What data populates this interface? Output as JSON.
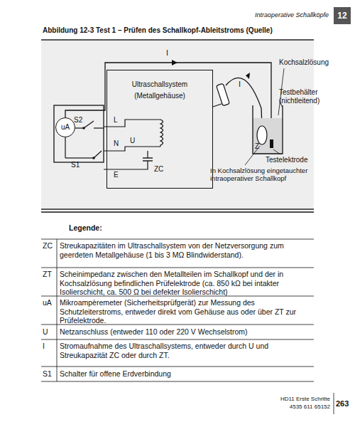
{
  "diagram": {
    "title": "Abbildung 12-3 Test 1 – Prüfen des Schallkopf-Ableitstroms (Quelle)",
    "nodes": [
      {
        "text": [
          "12"
        ]
      },
      {
        "text": [
          "uA"
        ]
      },
      {
        "text": [
          "Ultraschallsystem",
          "(Metallgehäuse)"
        ]
      }
    ],
    "labels": [
      "Intraoperative Schallköpfe",
      "I",
      "I",
      "Kochsalzlösung",
      "Testbehälter (nichtleitend)",
      "S2",
      "L",
      "Z",
      "N",
      "U",
      "S1",
      "E",
      "ZC",
      "Testelektrode",
      "In Kochsalzlösung eingetauchter intraoperativer Schallkopf",
      "Legende:",
      "ZC",
      "Streukapazitäten im Ultraschallsystem von der Netzversorgung zum geerdeten Metallgehäuse (1 bis 3 MΩ Blindwiderstand).",
      "ZT",
      "Scheinimpedanz zwischen den Metallteilen im Schallkopf und der in Kochsalzlösung befindlichen Prüfelektrode (ca. 850 kΩ bei intakter Isolierschicht, ca. 500 Ω bei defekter Isolierschicht)",
      "uA",
      "Mikroampèremeter (Sicherheitsprüfgerät) zur Messung des Schutzleiterstroms, entweder direkt vom Gehäuse aus oder über ZT zur Prüfelektrode.",
      "U",
      "Netzanschluss (entweder 110 oder 220 V Wechselstrom)",
      "I",
      "Stromaufnahme des Ultraschallsystems, entweder durch U und Streukapazität ZC oder durch ZT.",
      "S1",
      "Schalter für offene Erdverbindung",
      "HD11 Erste Schritte",
      "4535 611 65152",
      "263"
    ]
  }
}
